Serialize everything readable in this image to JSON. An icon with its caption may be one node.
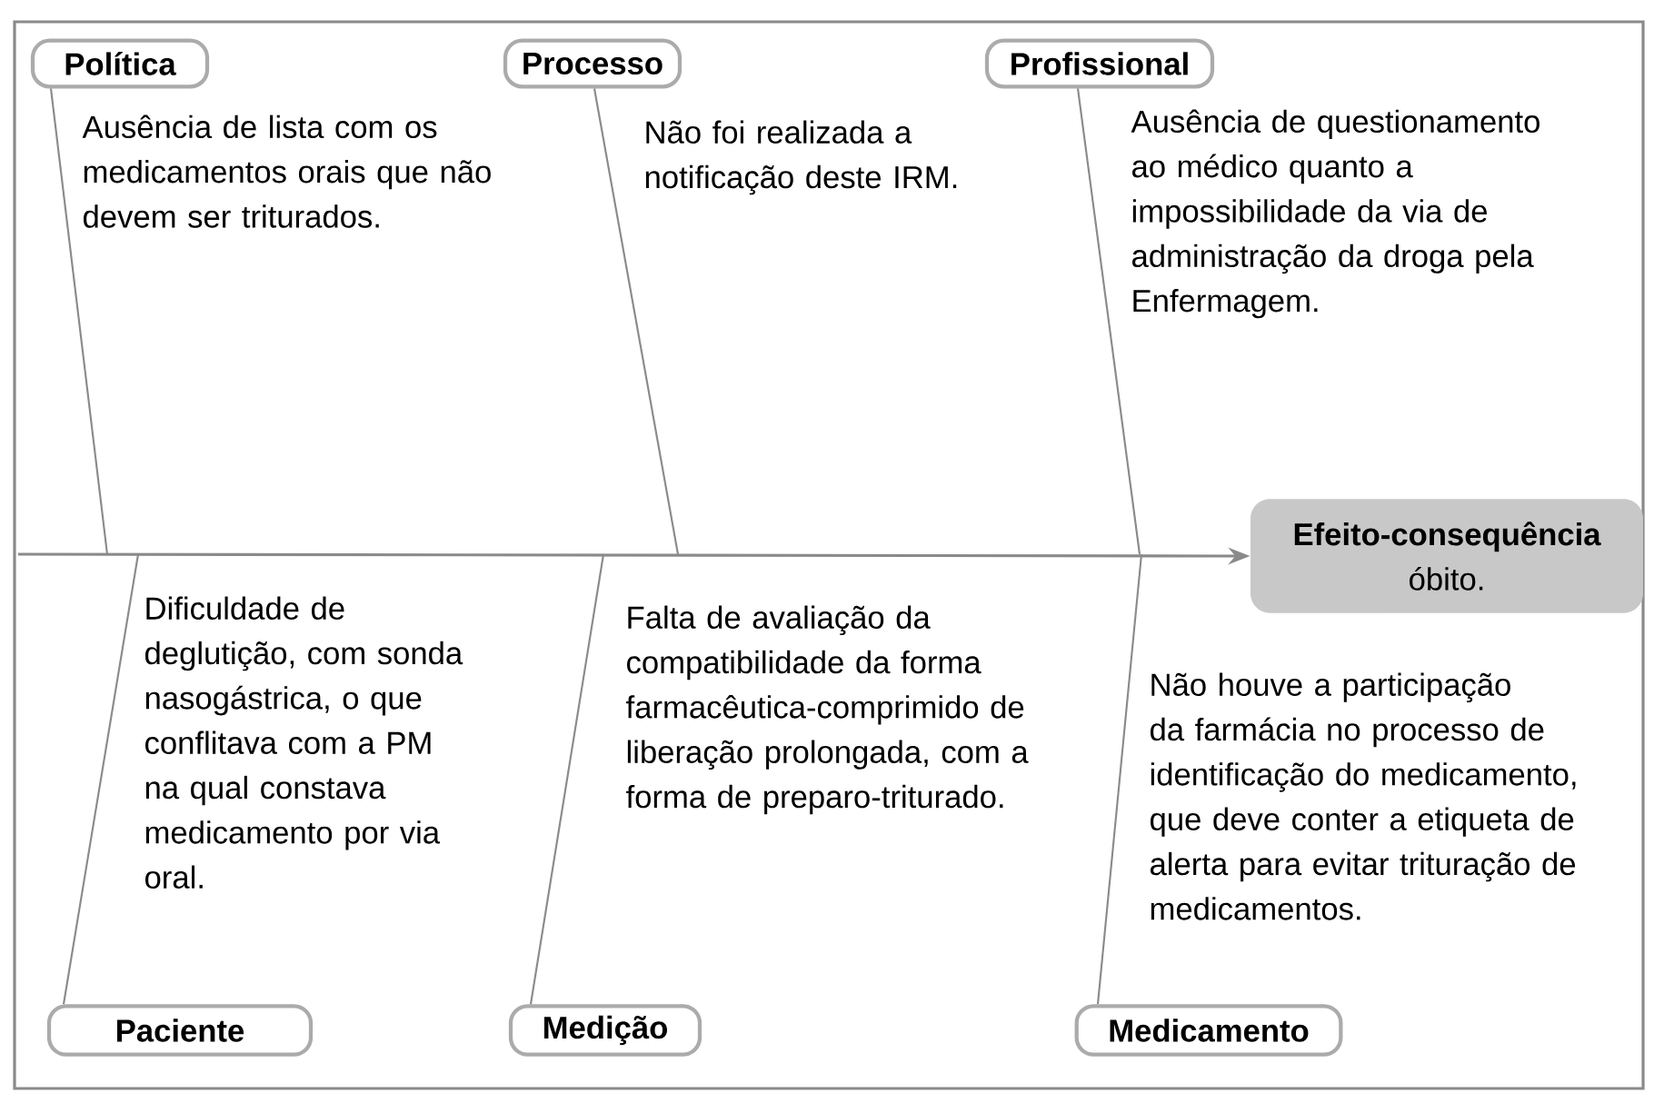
{
  "diagram": {
    "nodes": [
      {
        "text": [
          "Política"
        ]
      },
      {
        "text": [
          "Processo"
        ]
      },
      {
        "text": [
          "Profissional"
        ]
      },
      {
        "text": [
          "Efeito-consequência",
          "óbito."
        ]
      },
      {
        "text": [
          "Paciente"
        ]
      },
      {
        "text": [
          "Medição"
        ]
      },
      {
        "text": [
          "Medicamento"
        ]
      }
    ],
    "edges": [
      {
        "from": null,
        "to": 3,
        "arrow": "to"
      },
      {
        "from": 0,
        "to": null,
        "arrow": "none"
      },
      {
        "from": 1,
        "to": null,
        "arrow": "none"
      },
      {
        "from": 2,
        "to": null,
        "arrow": "none"
      },
      {
        "from": 4,
        "to": null,
        "arrow": "none"
      },
      {
        "from": 5,
        "to": null,
        "arrow": "none"
      },
      {
        "from": 6,
        "to": null,
        "arrow": "none"
      }
    ],
    "labels": [
      "Ausência de lista com os medicamentos orais que não devem ser triturados.",
      "Não foi realizada a notificação deste IRM.",
      "Ausência de questionamento ao médico quanto a impossibilidade da via de administração da droga pela Enfermagem.",
      "Dificuldade de deglutição, com sonda nasogástrica, o que conflitava com a PM na qual constava medicamento por via oral.",
      "Falta de avaliação da compatibilidade da forma farmacêutica-comprimido de liberação prolongada, com a forma de preparo-triturado.",
      "Não houve a participação da farmácia no processo de identificação do medicamento, que deve conter a etiqueta de alerta para evitar trituração de medicamentos."
    ]
  }
}
